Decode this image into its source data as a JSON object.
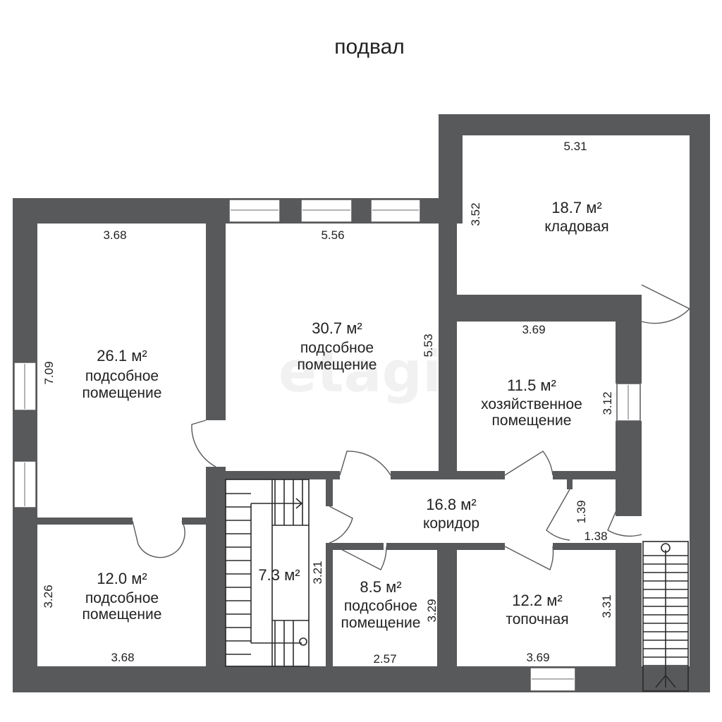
{
  "title": "подвал",
  "watermark": "etagi",
  "rooms": [
    {
      "id": "r1",
      "area": "26.1 м²",
      "name1": "подсобное",
      "name2": "помещение",
      "dims": [
        "3.68",
        "7.09"
      ]
    },
    {
      "id": "r2",
      "area": "30.7 м²",
      "name1": "подсобное",
      "name2": "помещение",
      "dims": [
        "5.56",
        "5.53"
      ]
    },
    {
      "id": "r3",
      "area": "18.7 м²",
      "name1": "кладовая",
      "dims": [
        "5.31",
        "3.52"
      ]
    },
    {
      "id": "r4",
      "area": "11.5 м²",
      "name1": "хозяйственное",
      "name2": "помещение",
      "dims": [
        "3.69",
        "3.12"
      ]
    },
    {
      "id": "r5",
      "area": "16.8 м²",
      "name1": "коридор",
      "dims": [
        "1.39",
        "1.38"
      ]
    },
    {
      "id": "r6",
      "area": "12.0 м²",
      "name1": "подсобное",
      "name2": "помещение",
      "dims": [
        "3.26",
        "3.68"
      ]
    },
    {
      "id": "r7",
      "area": "7.3 м²",
      "dims": [
        "3.21"
      ]
    },
    {
      "id": "r8",
      "area": "8.5 м²",
      "name1": "подсобное",
      "name2": "помещение",
      "dims": [
        "3.29",
        "2.57"
      ]
    },
    {
      "id": "r9",
      "area": "12.2 м²",
      "name1": "топочная",
      "dims": [
        "3.31",
        "3.69"
      ]
    }
  ],
  "colors": {
    "wall": "#58595b",
    "background": "#ffffff",
    "text": "#222222"
  }
}
